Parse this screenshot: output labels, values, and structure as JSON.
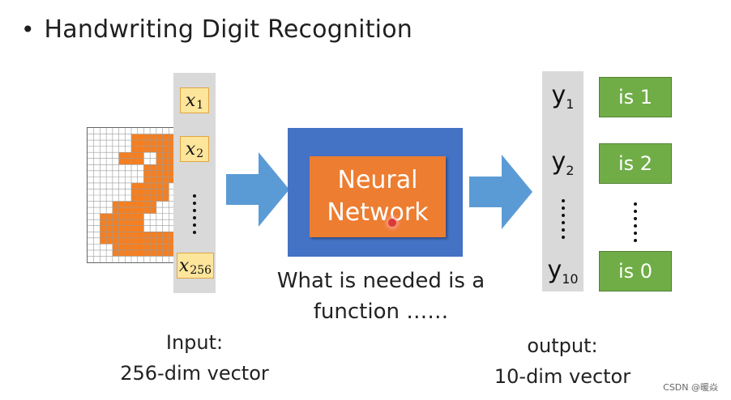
{
  "title": {
    "bullet": "•",
    "text": "Handwriting Digit Recognition"
  },
  "input": {
    "vars": [
      {
        "base": "x",
        "sub": "1"
      },
      {
        "base": "x",
        "sub": "2"
      },
      {
        "base": "x",
        "sub": "256"
      }
    ],
    "label_line1": "Input:",
    "label_line2": "256-dim vector"
  },
  "network": {
    "line1": "Neural",
    "line2": "Network",
    "caption_line1": "What is needed is a",
    "caption_line2": "function ……"
  },
  "output": {
    "vars": [
      {
        "base": "y",
        "sub": "1"
      },
      {
        "base": "y",
        "sub": "2"
      },
      {
        "base": "y",
        "sub": "10"
      }
    ],
    "classes": [
      "is 1",
      "is 2",
      "is 0"
    ],
    "label_line1": "output:",
    "label_line2": "10-dim vector"
  },
  "watermark": "CSDN @暖焱",
  "colors": {
    "network_outer": "#4472c4",
    "network_inner": "#ed7d31",
    "class_box": "#70ad47",
    "arrow": "#5b9bd5",
    "digit_fill": "#f57f20",
    "input_var_box": "#fde59b"
  }
}
